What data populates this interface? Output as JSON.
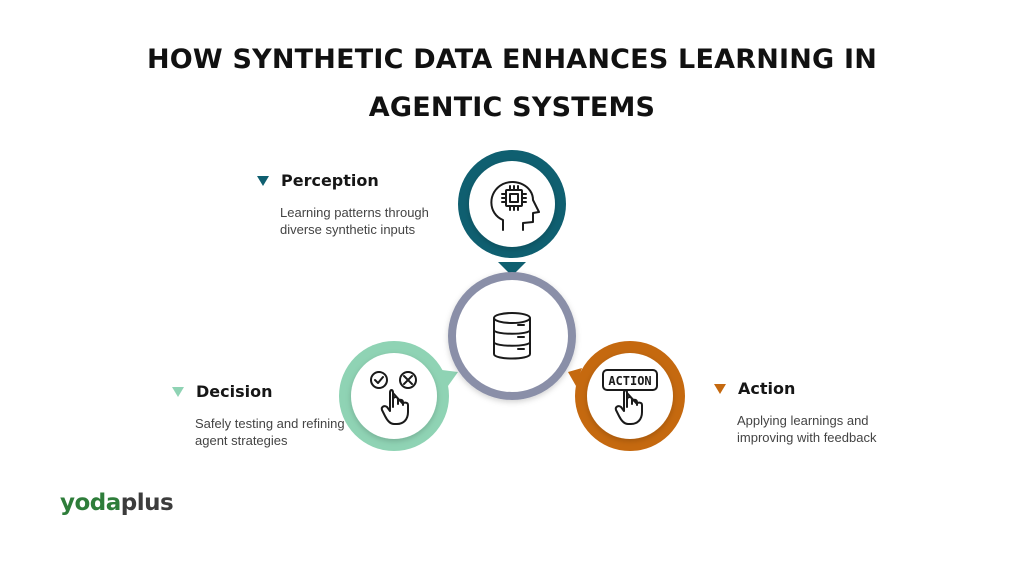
{
  "title": "HOW SYNTHETIC DATA ENHANCES LEARNING IN AGENTIC SYSTEMS",
  "colors": {
    "perception": "#0f5f70",
    "decision": "#8fd3b4",
    "action": "#c5690f",
    "center": "#8a8fa8"
  },
  "stages": {
    "perception": {
      "label": "Perception",
      "description": "Learning patterns through diverse synthetic inputs",
      "icon": "brain-chip-icon"
    },
    "decision": {
      "label": "Decision",
      "description": "Safely testing and refining agent strategies",
      "icon": "check-cross-hand-icon"
    },
    "action": {
      "label": "Action",
      "description": "Applying learnings and improving with feedback",
      "icon": "action-button-hand-icon",
      "icon_text": "ACTION"
    }
  },
  "center": {
    "icon": "database-icon"
  },
  "logo": {
    "part1": "yoda",
    "part2": "plus"
  }
}
